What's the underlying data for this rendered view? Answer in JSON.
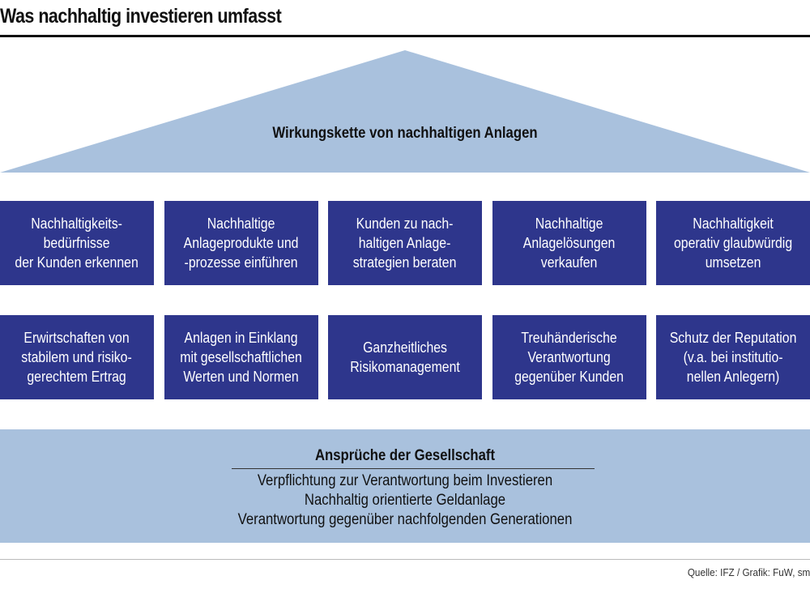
{
  "title": "Was nachhaltig investieren umfasst",
  "colors": {
    "roof": "#a9c1dd",
    "pillar": "#2e368c",
    "base": "#a9c1dd"
  },
  "roof": {
    "label": "Wirkungskette von nachhaltigen Anlagen"
  },
  "row1": [
    "Nachhaltigkeits-\nbedürfnisse\nder Kunden erkennen",
    "Nachhaltige\nAnlageprodukte und\n-prozesse einführen",
    "Kunden zu nach-\nhaltigen Anlage-\nstrategien beraten",
    "Nachhaltige\nAnlagelösungen\nverkaufen",
    "Nachhaltigkeit\noperativ glaubwürdig\numsetzen"
  ],
  "row2": [
    "Erwirtschaften von\nstabilem und risiko-\ngerechtem Ertrag",
    "Anlagen in Einklang\nmit gesellschaftlichen\nWerten und Normen",
    "Ganzheitliches\nRisikomanagement",
    "Treuhänderische\nVerantwortung\ngegenüber Kunden",
    "Schutz der Reputation\n(v.a. bei institutio-\nnellen Anlegern)"
  ],
  "base": {
    "title": "Ansprüche der Gesellschaft",
    "lines": [
      "Verpflichtung zur Verantwortung beim Investieren",
      "Nachhaltig orientierte Geldanlage",
      "Verantwortung gegenüber nachfolgenden Generationen"
    ]
  },
  "source": "Quelle: IFZ / Grafik: FuW, sm"
}
